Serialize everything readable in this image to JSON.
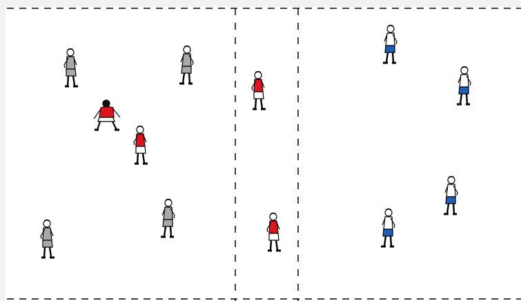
{
  "diagram": {
    "type": "soccer-drill",
    "colors": {
      "background": "#ffffff",
      "frame": "#f2f2f2",
      "line": "#000000",
      "red_shirt": "#e0141c",
      "grey_kit": "#a9a9a9",
      "blue_shorts": "#1f5fb8",
      "white": "#ffffff",
      "skin": "#ffffff"
    },
    "zones": [
      "left-area",
      "middle-channel",
      "right-area"
    ],
    "players": [
      {
        "team": "grey",
        "pose": "standing",
        "facing": "right"
      },
      {
        "team": "grey",
        "pose": "standing",
        "facing": "left"
      },
      {
        "team": "red",
        "pose": "crouching",
        "facing": "front"
      },
      {
        "team": "red",
        "pose": "standing",
        "facing": "right"
      },
      {
        "team": "grey",
        "pose": "standing",
        "facing": "front"
      },
      {
        "team": "grey",
        "pose": "standing",
        "facing": "left"
      },
      {
        "team": "red",
        "pose": "standing",
        "facing": "right"
      },
      {
        "team": "red",
        "pose": "standing",
        "facing": "right"
      },
      {
        "team": "blue",
        "pose": "standing",
        "facing": "left"
      },
      {
        "team": "blue",
        "pose": "standing",
        "facing": "left"
      },
      {
        "team": "blue",
        "pose": "standing",
        "facing": "left"
      },
      {
        "team": "blue",
        "pose": "standing",
        "facing": "left"
      }
    ]
  }
}
